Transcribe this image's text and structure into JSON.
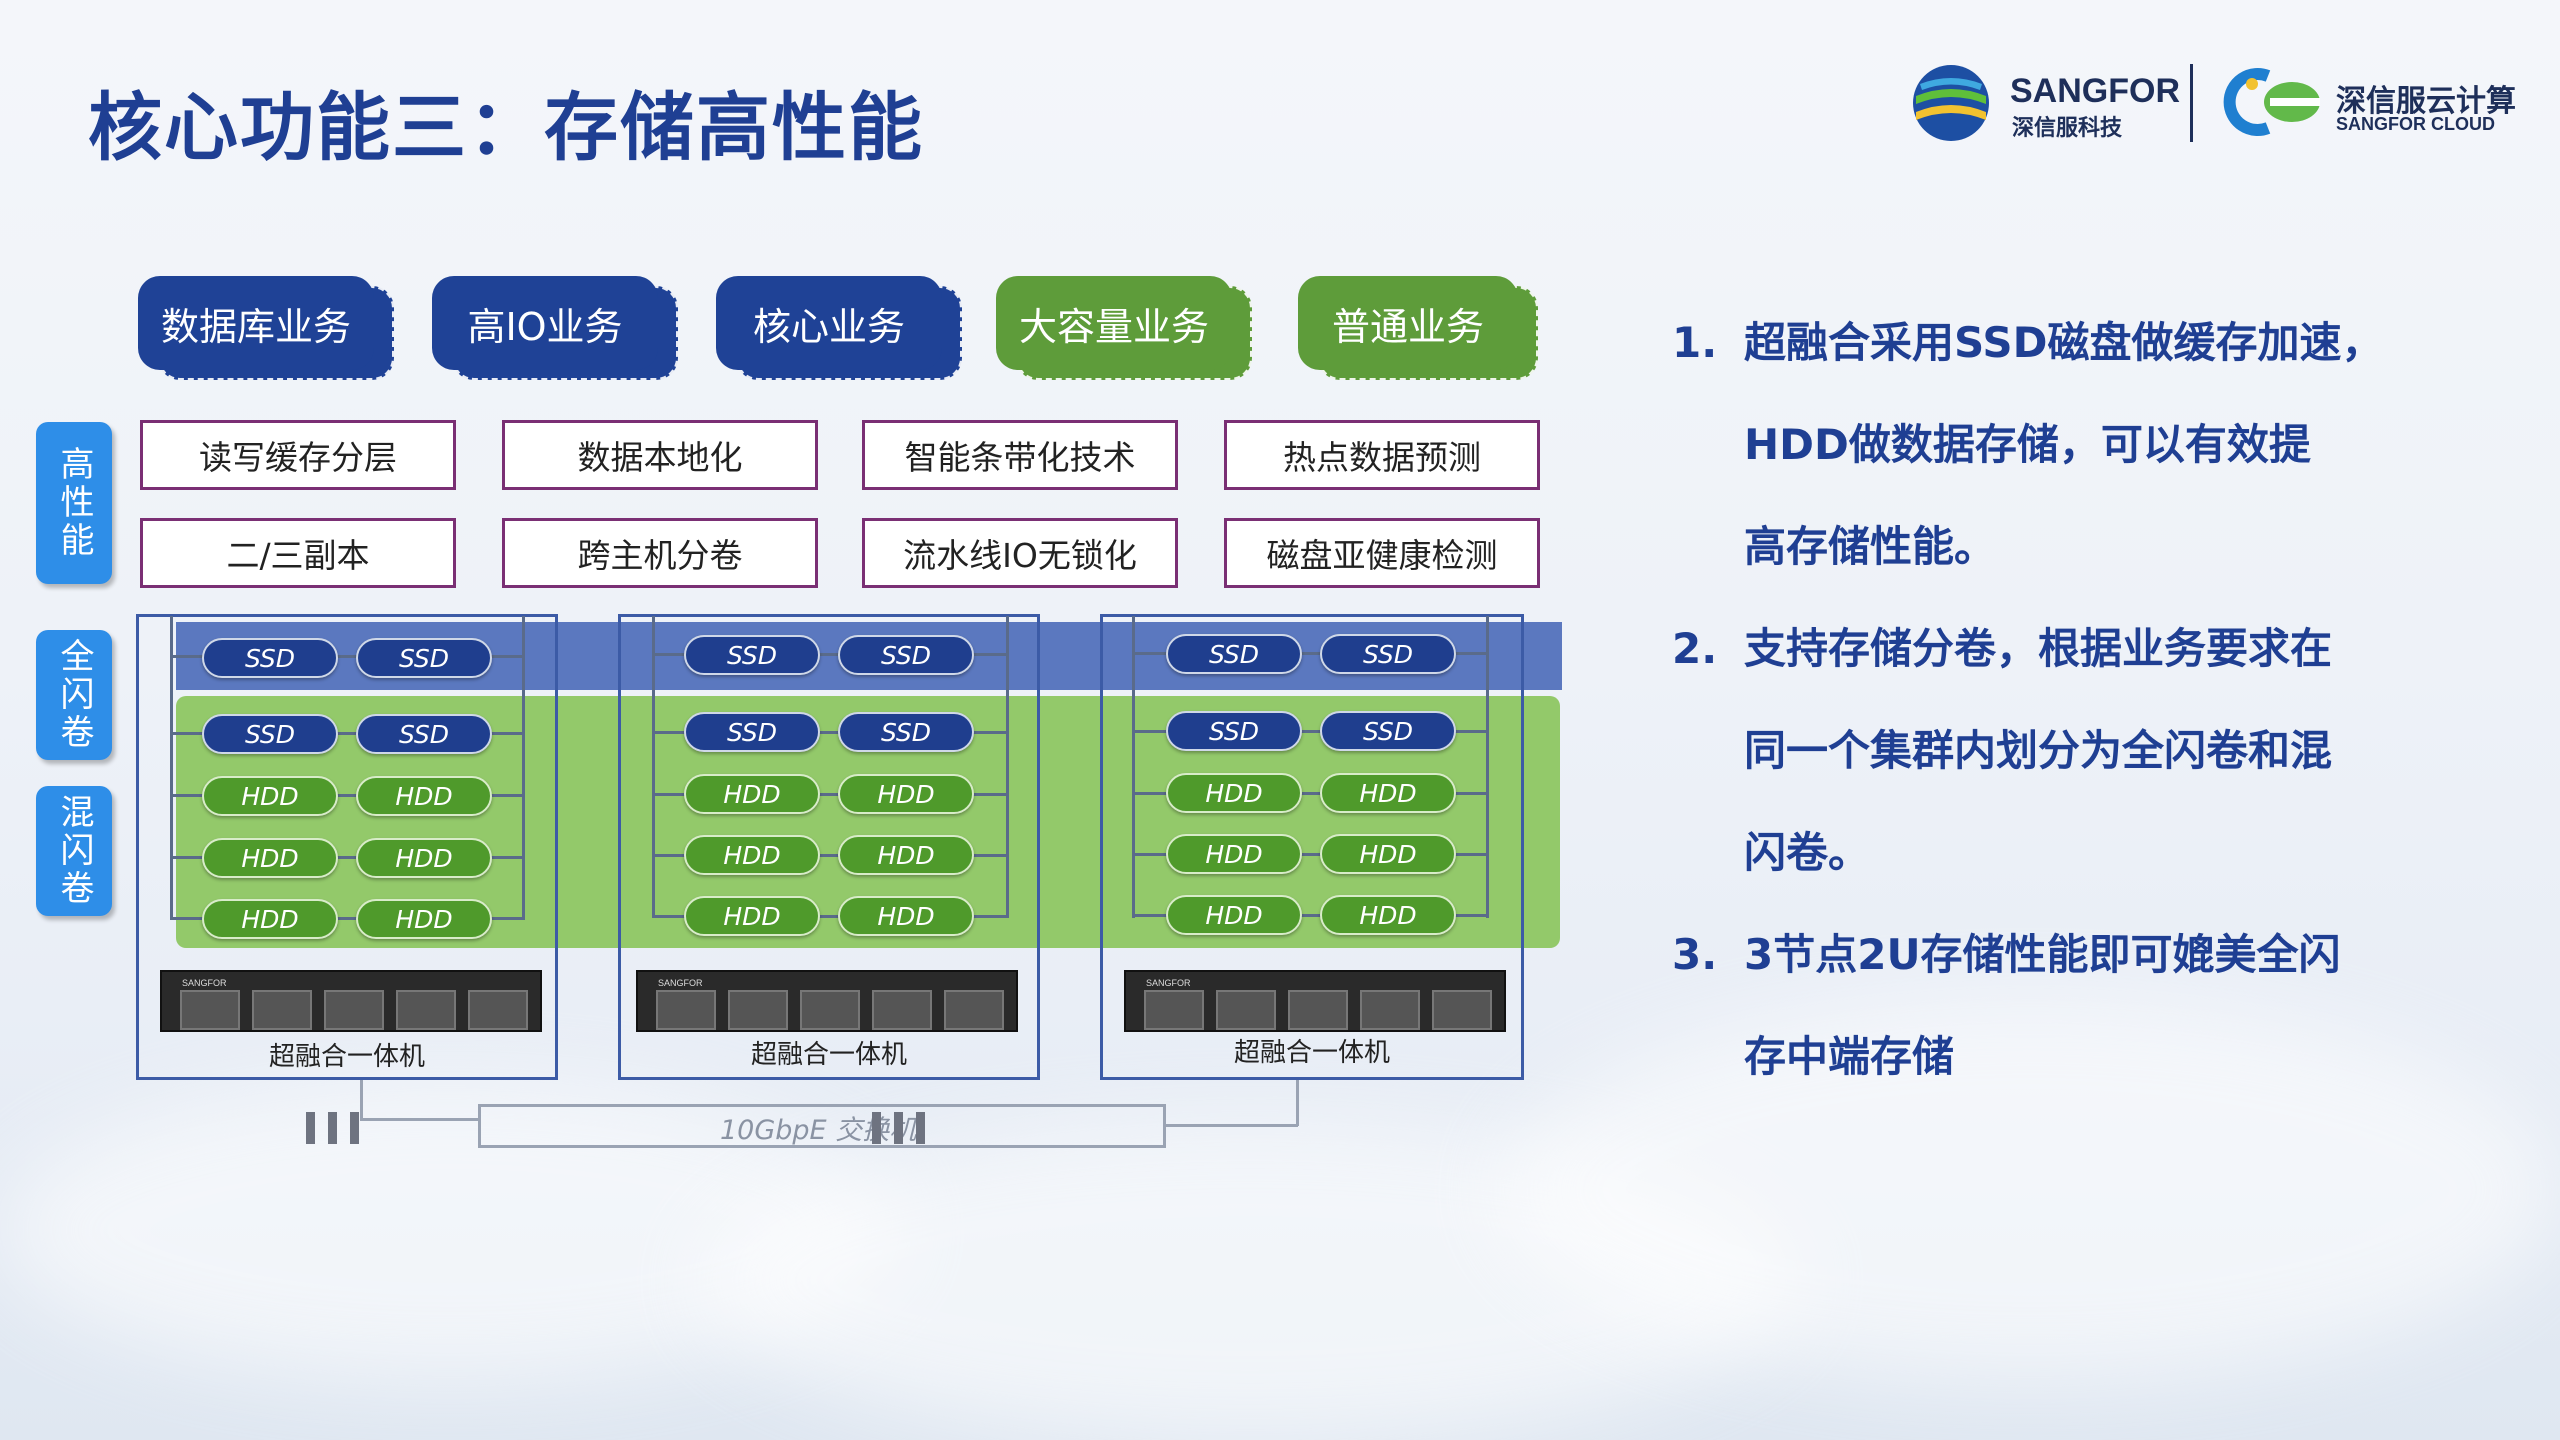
{
  "title": "核心功能三：存储高性能",
  "logo_left": {
    "brand": "SANGFOR",
    "sub": "深信服科技"
  },
  "logo_right": {
    "brand": "深信服云计算",
    "sub": "SANGFOR CLOUD"
  },
  "business": [
    {
      "label": "数据库业务",
      "color": "#1f4296"
    },
    {
      "label": "高IO业务",
      "color": "#1f4296"
    },
    {
      "label": "核心业务",
      "color": "#1f4296"
    },
    {
      "label": "大容量业务",
      "color": "#5e9c3a"
    },
    {
      "label": "普通业务",
      "color": "#5e9c3a"
    }
  ],
  "features": [
    [
      "读写缓存分层",
      "数据本地化",
      "智能条带化技术",
      "热点数据预测"
    ],
    [
      "二/三副本",
      "跨主机分卷",
      "流水线IO无锁化",
      "磁盘亚健康检测"
    ]
  ],
  "side_labels": [
    "高性能",
    "全闪卷",
    "混闪卷"
  ],
  "disk_labels": {
    "ssd": "SSD",
    "hdd": "HDD"
  },
  "nodes": [
    {
      "label": "超融合一体机"
    },
    {
      "label": "超融合一体机"
    },
    {
      "label": "超融合一体机"
    }
  ],
  "server_brand": "SANGFOR",
  "switch_label": "10GbpE 交换机",
  "bullets": [
    {
      "num": "1.",
      "lines": [
        "超融合采用SSD磁盘做缓存加速，",
        "HDD做数据存储，可以有效提",
        "高存储性能。"
      ]
    },
    {
      "num": "2.",
      "lines": [
        "支持存储分卷，根据业务要求在",
        "同一个集群内划分为全闪卷和混",
        "闪卷。"
      ]
    },
    {
      "num": "3.",
      "lines": [
        "3节点2U存储性能即可媲美全闪",
        "存中端存储"
      ]
    }
  ],
  "colors": {
    "title": "#1f3f93",
    "allflash_band": "#5b78bf",
    "hybrid_band": "#93c96a",
    "feature_border": "#7a2f74",
    "side": "#2e8ee8"
  }
}
